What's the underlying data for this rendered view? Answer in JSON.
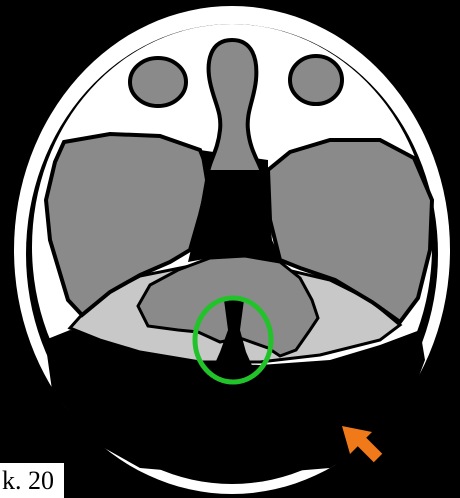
{
  "image": {
    "slice_label": "k. 20",
    "annotations": {
      "circle": {
        "shape": "ellipse",
        "color": "#22c32a"
      },
      "arrow": {
        "shape": "arrow",
        "color": "#f07a1a"
      }
    },
    "colors": {
      "background": "#000000",
      "skull": "#ffffff",
      "gray_matter": "#8a8a8a",
      "light_region": "#c8c8c8",
      "outline": "#000000"
    }
  }
}
